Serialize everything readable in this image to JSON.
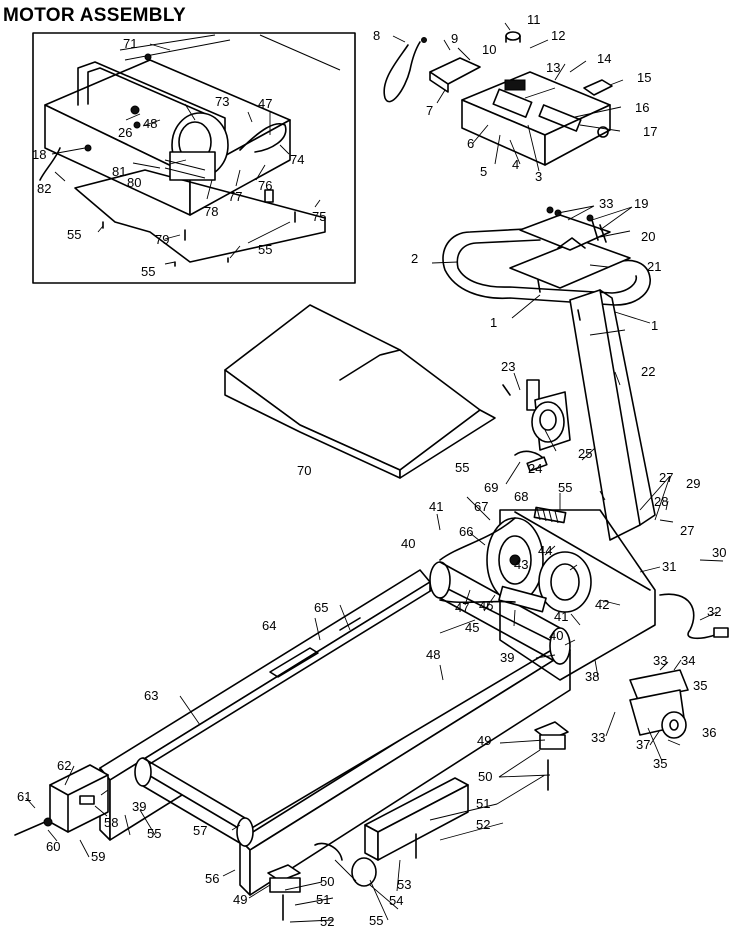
{
  "title": "MOTOR ASSEMBLY",
  "callouts": {
    "c1": "1",
    "c2": "2",
    "c3": "3",
    "c4": "4",
    "c5": "5",
    "c6": "6",
    "c7": "7",
    "c8": "8",
    "c9": "9",
    "c10": "10",
    "c11": "11",
    "c12": "12",
    "c13": "13",
    "c14": "14",
    "c15": "15",
    "c16": "16",
    "c17": "17",
    "c18": "18",
    "c19": "19",
    "c20": "20",
    "c21": "21",
    "c22": "22",
    "c23": "23",
    "c24": "24",
    "c25": "25",
    "c26": "26",
    "c27": "27",
    "c28": "28",
    "c29": "29",
    "c30": "30",
    "c31": "31",
    "c32": "32",
    "c33": "33",
    "c34": "34",
    "c35": "35",
    "c36": "36",
    "c37": "37",
    "c38": "38",
    "c39": "39",
    "c40": "40",
    "c41": "41",
    "c42": "42",
    "c43": "43",
    "c44": "44",
    "c45": "45",
    "c46": "46",
    "c47": "47",
    "c48": "48",
    "c49": "49",
    "c50": "50",
    "c51": "51",
    "c52": "52",
    "c53": "53",
    "c54": "54",
    "c55": "55",
    "c56": "56",
    "c57": "57",
    "c58": "58",
    "c59": "59",
    "c60": "60",
    "c61": "61",
    "c62": "62",
    "c63": "63",
    "c64": "64",
    "c65": "65",
    "c66": "66",
    "c67": "67",
    "c68": "68",
    "c69": "69",
    "c70": "70",
    "c71": "71",
    "c73": "73",
    "c74": "74",
    "c75": "75",
    "c76": "76",
    "c77": "77",
    "c78": "78",
    "c79": "79",
    "c80": "80",
    "c81": "81",
    "c82": "82"
  }
}
